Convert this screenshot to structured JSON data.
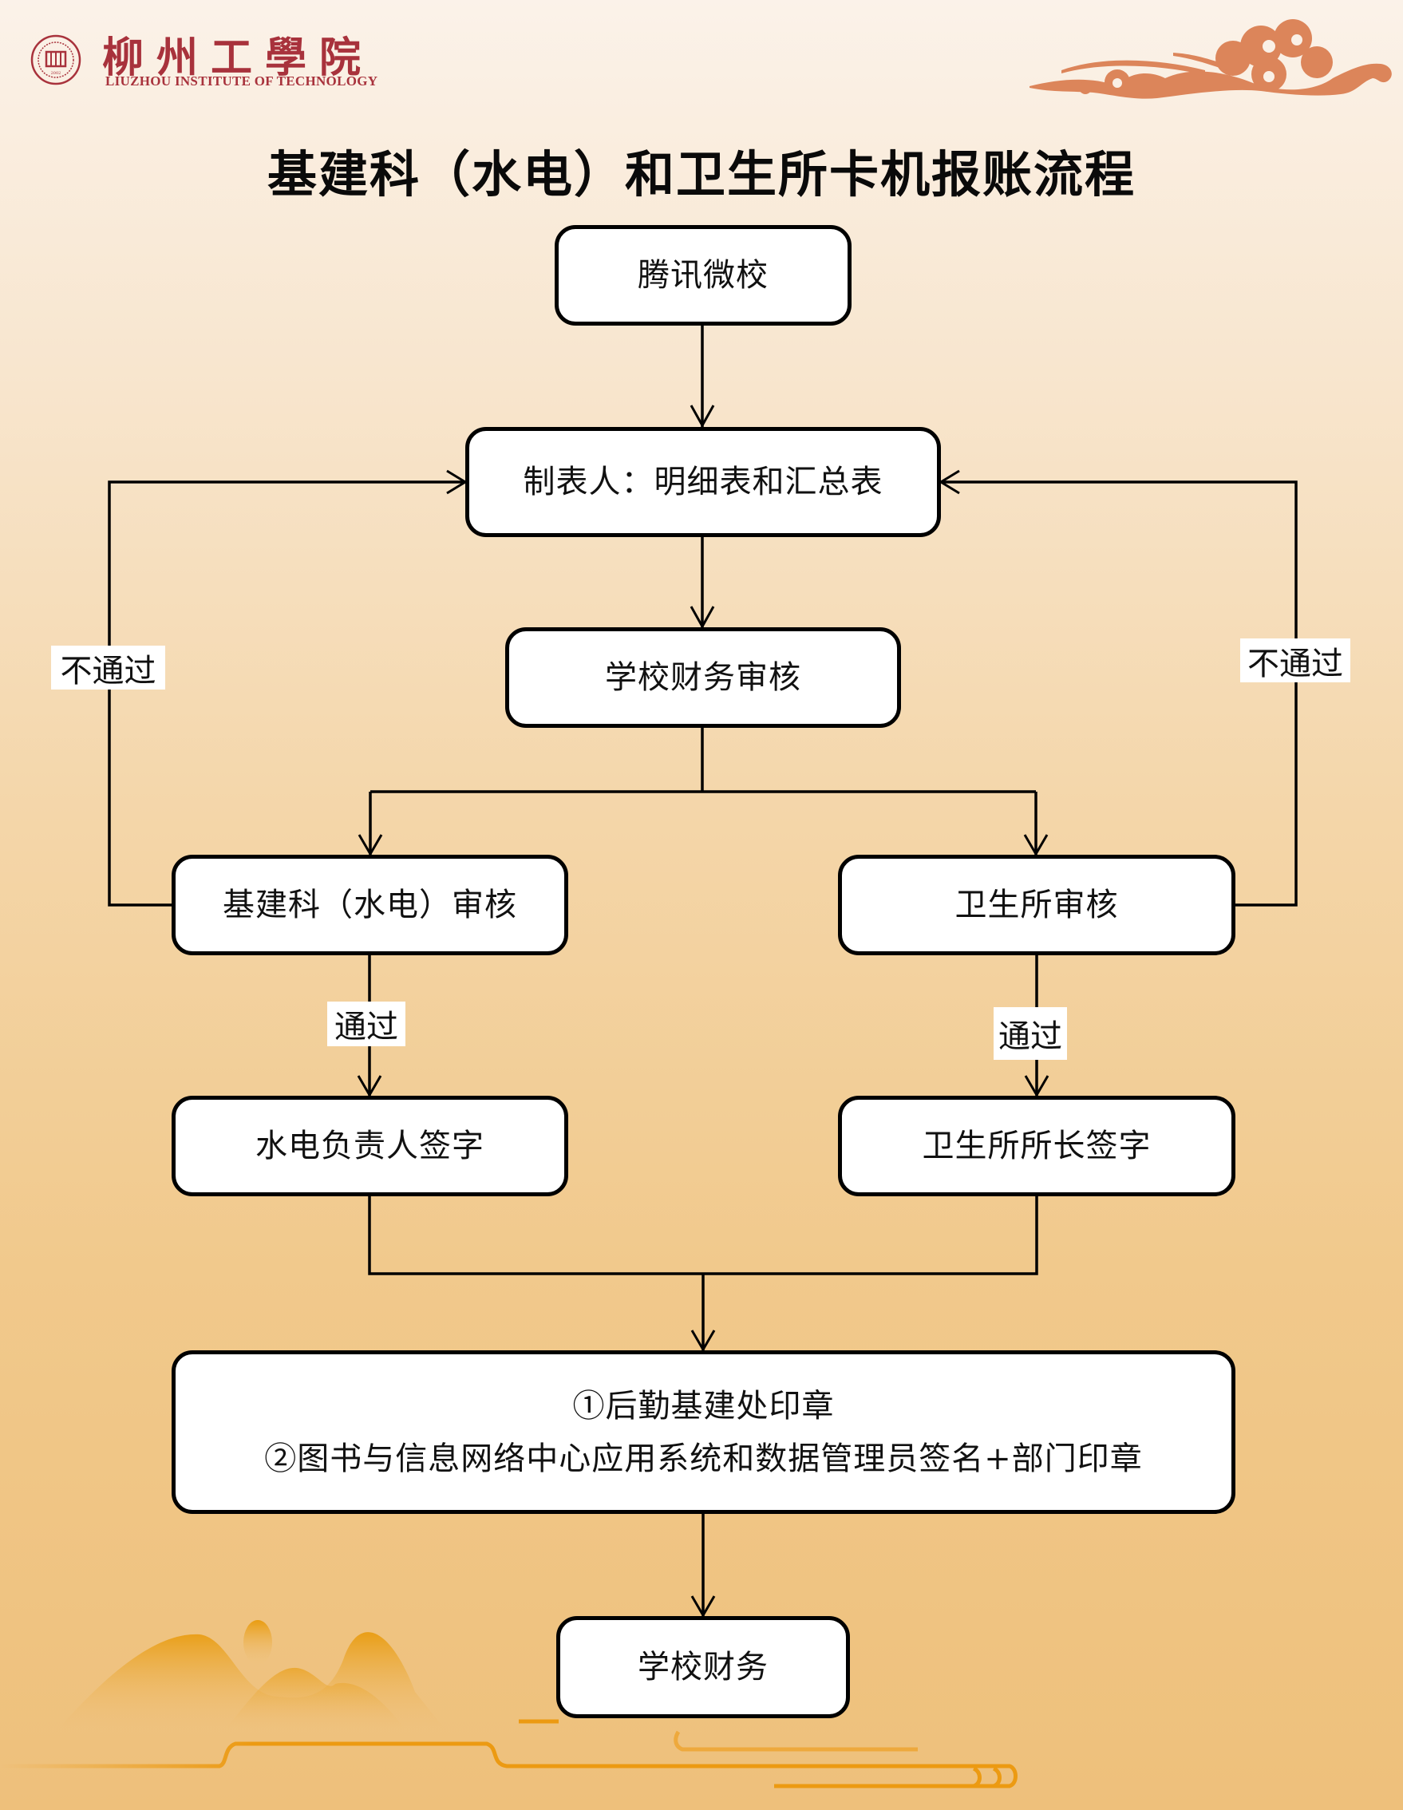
{
  "header": {
    "logo_cn": "柳州工學院",
    "logo_en": "LIUZHOU  INSTITUTE OF TECHNOLOGY",
    "seal_year": "2002",
    "brand_color": "#a8323c",
    "ornament_color": "#dc855a"
  },
  "title": "基建科（水电）和卫生所卡机报账流程",
  "nodes": {
    "start": "腾讯微校",
    "preparer": "制表人：明细表和汇总表",
    "finance_review": "学校财务审核",
    "infra_review": "基建科（水电）审核",
    "clinic_review": "卫生所审核",
    "utility_sign": "水电负责人签字",
    "clinic_sign": "卫生所所长签字",
    "seal_step_1": "①后勤基建处印章",
    "seal_step_2": "②图书与信息网络中心应用系统和数据管理员签名+部门印章",
    "end": "学校财务"
  },
  "edge_labels": {
    "left_reject": "不通过",
    "right_reject": "不通过",
    "left_pass": "通过",
    "right_pass": "通过"
  },
  "decor": {
    "mountain_color": "#e99c10",
    "line_color": "#ec9a12"
  }
}
